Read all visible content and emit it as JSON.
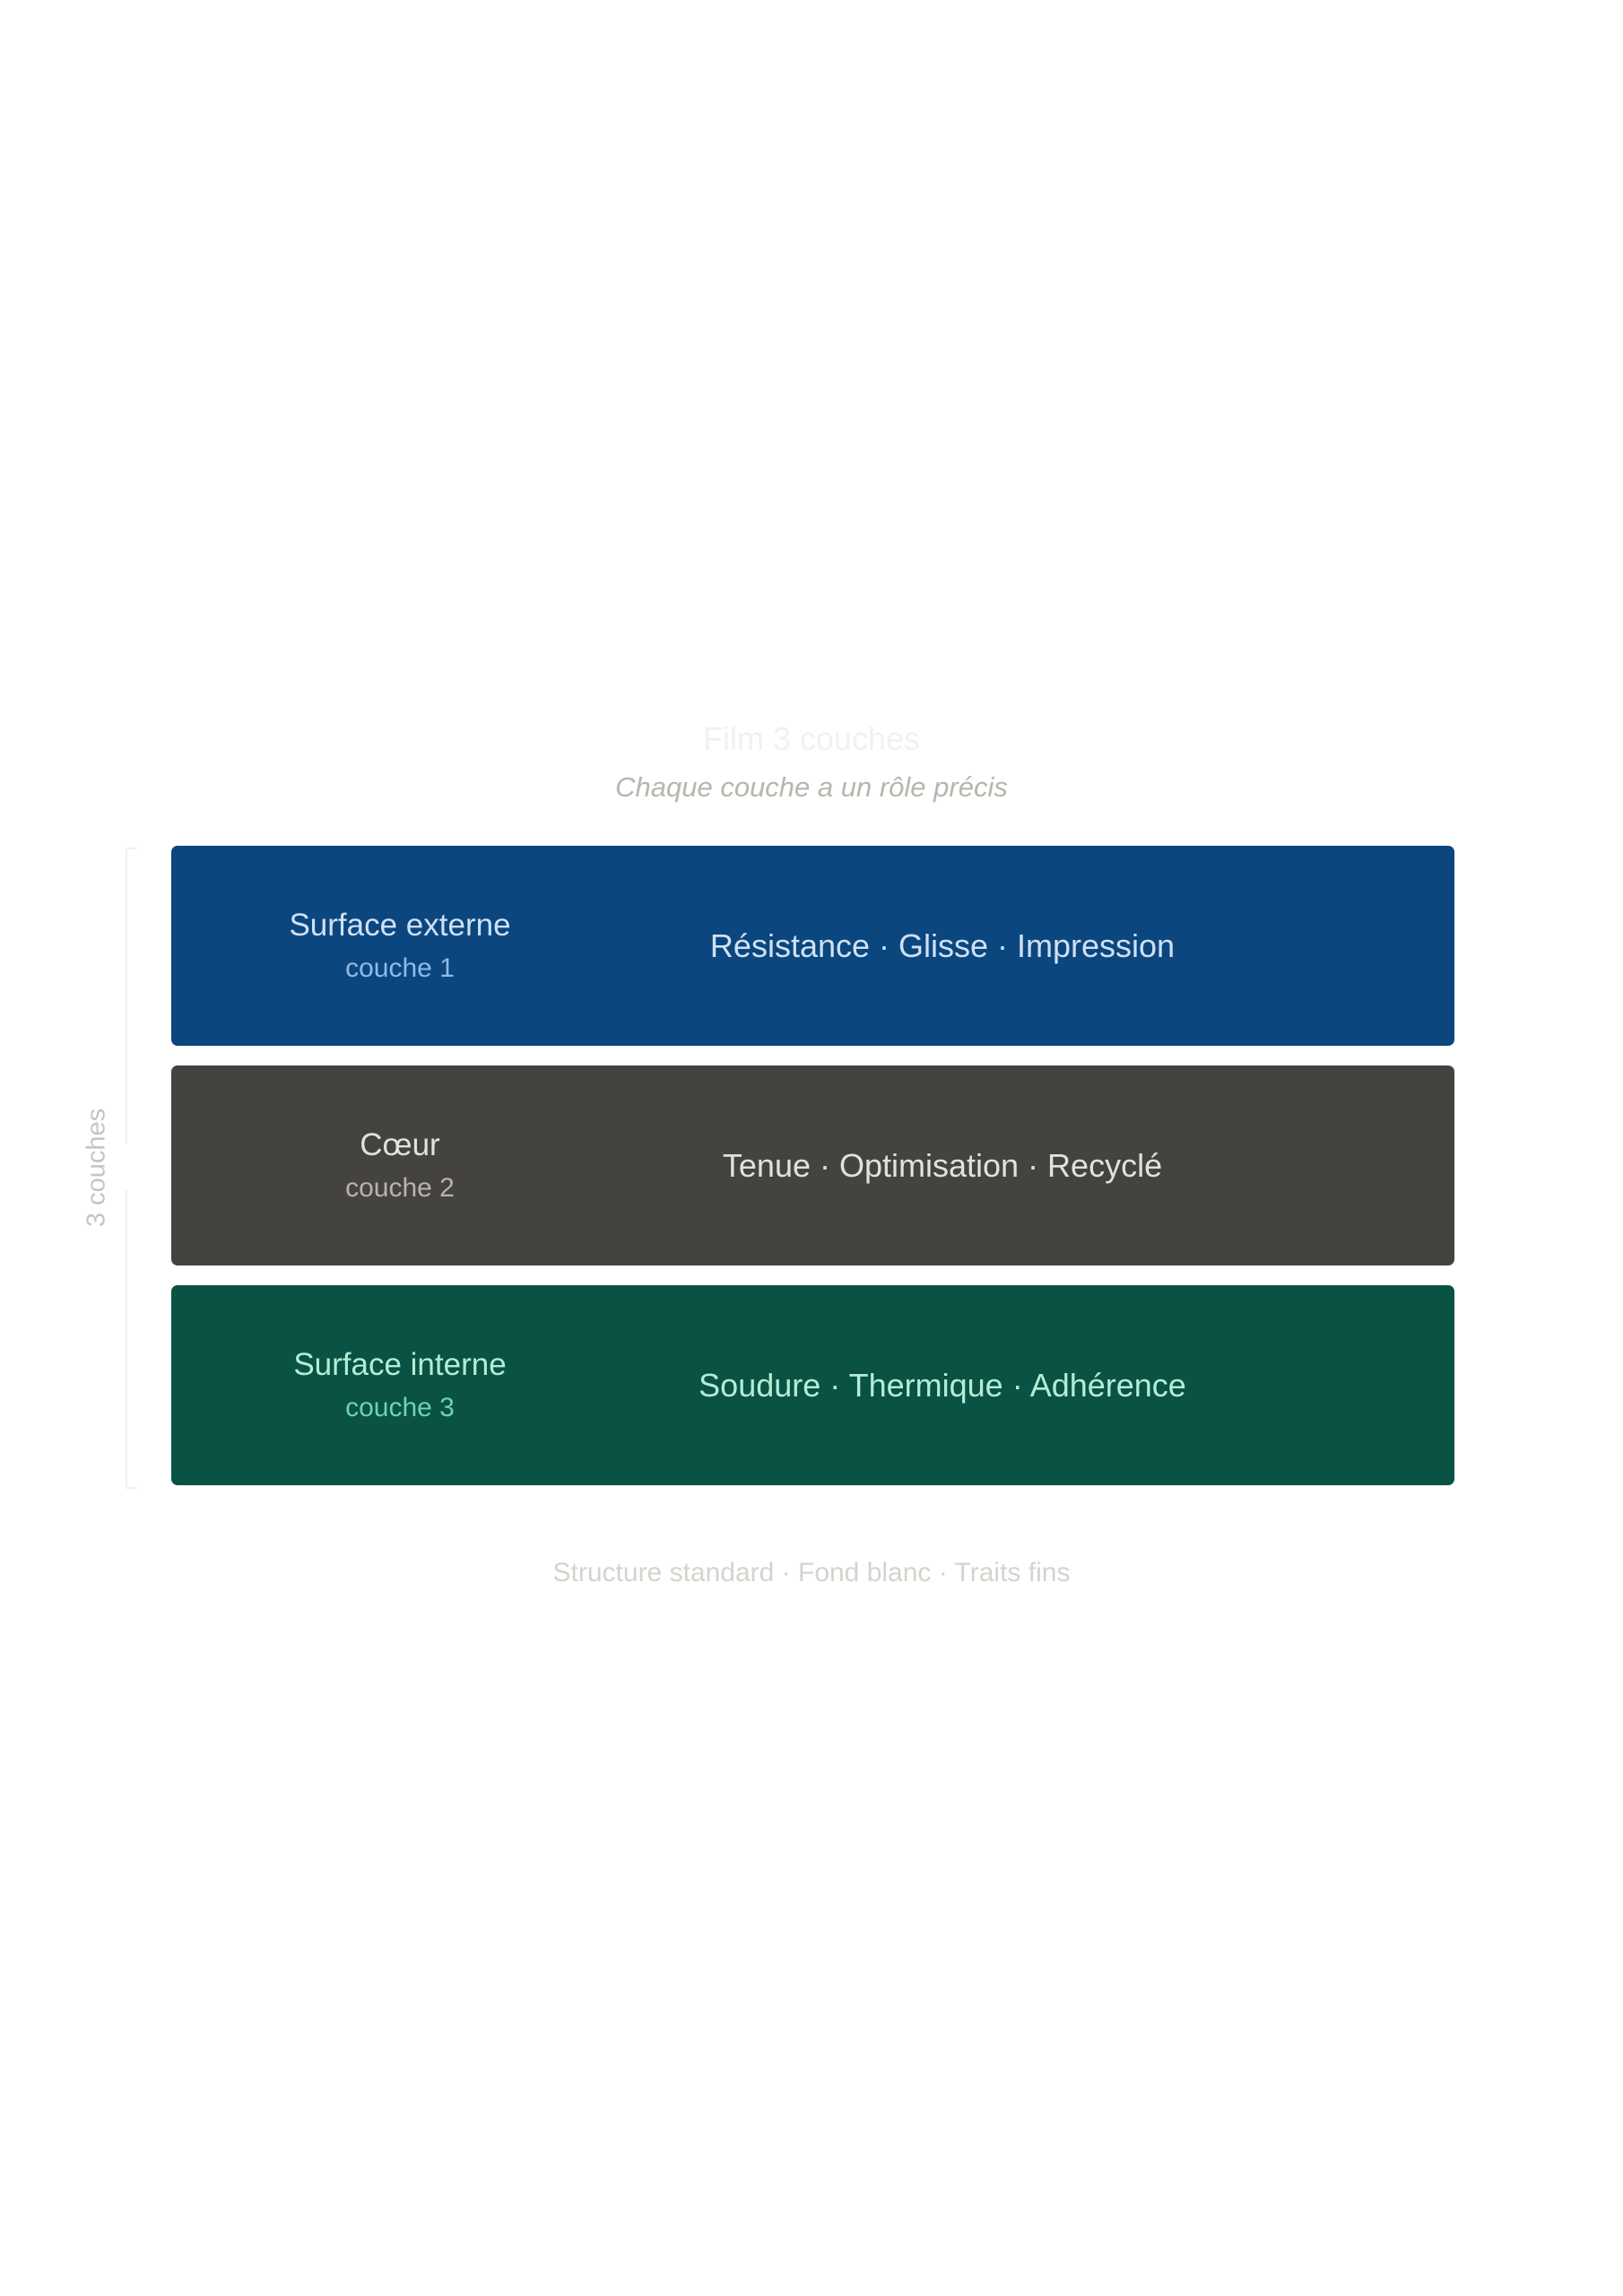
{
  "header": {
    "title": "Film 3 couches",
    "subtitle": "Chaque couche a un rôle précis"
  },
  "bracket": {
    "label": "3 couches"
  },
  "layers": [
    {
      "name": "Surface externe",
      "number": "couche 1",
      "properties": "Résistance · Glisse · Impression",
      "fill": "#0b467f",
      "name_color": "#cfe0f4",
      "number_color": "#8fbbe8",
      "props_color": "#cfe0f4"
    },
    {
      "name": "Cœur",
      "number": "couche 2",
      "properties": "Tenue · Optimisation · Recyclé",
      "fill": "#44433f",
      "name_color": "#e3e1dc",
      "number_color": "#b7b4ad",
      "props_color": "#e3e1dc"
    },
    {
      "name": "Surface interne",
      "number": "couche 3",
      "properties": "Soudure · Thermique · Adhérence",
      "fill": "#095244",
      "name_color": "#b4ecd6",
      "number_color": "#6fd3ae",
      "props_color": "#b4ecd6"
    }
  ],
  "footer": {
    "note": "Structure standard · Fond blanc · Traits fins"
  }
}
